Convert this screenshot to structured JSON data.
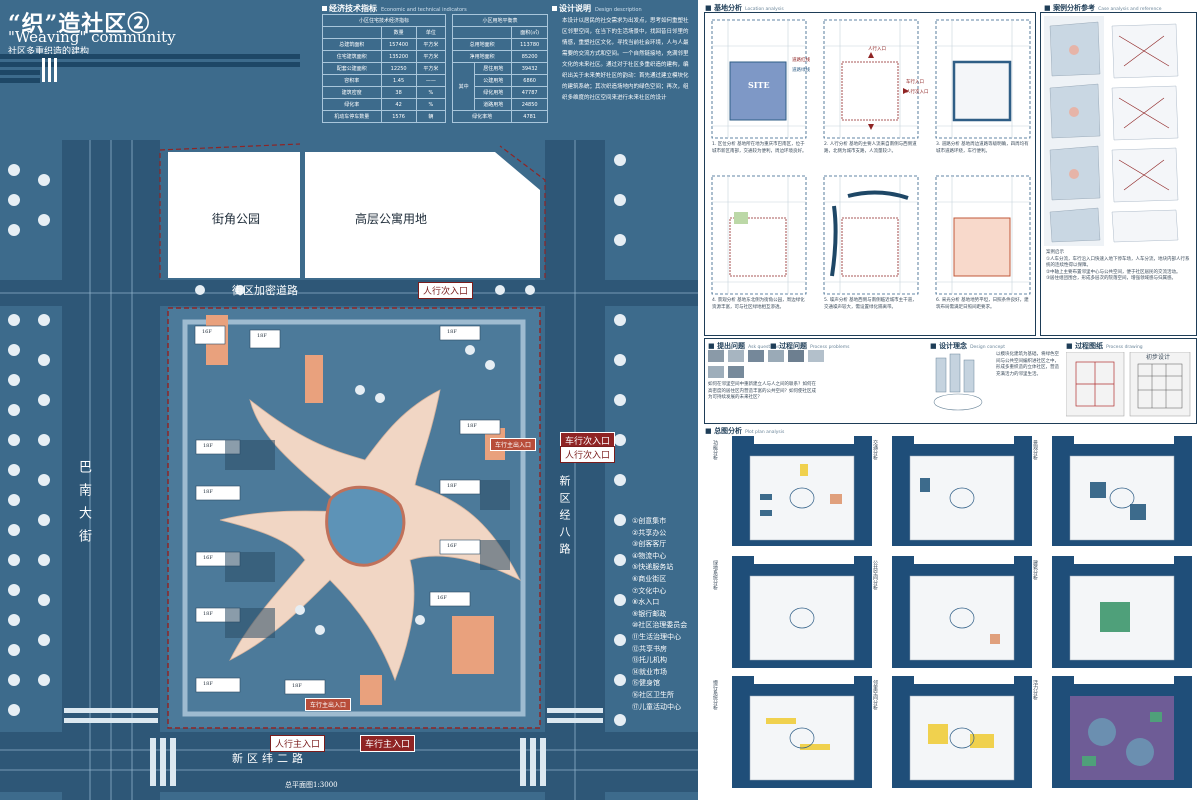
{
  "title": {
    "main": "“织”造社区②",
    "english": "\"Weaving\" community",
    "subtitle": "社区多重织造的建构"
  },
  "economic": {
    "header": "经济技术指标",
    "header_en": "Economic and technical indicators",
    "table_title": "小区住宅技术经济指标",
    "columns": [
      "",
      "数量",
      "单位"
    ],
    "rows": [
      [
        "总建筑面积",
        "157400",
        "平方米"
      ],
      [
        "住宅建筑面积",
        "135200",
        "平方米"
      ],
      [
        "配套公建面积",
        "12250",
        "平方米"
      ],
      [
        "容积率",
        "1.45",
        "——"
      ],
      [
        "建筑密度",
        "38",
        "%"
      ],
      [
        "绿化率",
        "42",
        "%"
      ],
      [
        "机动车停车数量",
        "1576",
        "辆"
      ]
    ]
  },
  "landuse": {
    "table_title": "小区用地平衡表",
    "unit_header": "面积(㎡)",
    "total_label": "总用地面积",
    "total_value": "113780",
    "net_label": "净用地面积",
    "net_value": "85200",
    "group_label": "其中",
    "rows": [
      [
        "居住用地",
        "39432"
      ],
      [
        "公建用地",
        "6860"
      ],
      [
        "绿化用地",
        "47787"
      ],
      [
        "道路用地",
        "24850"
      ]
    ],
    "green_ratio_label": "绿化率地",
    "green_ratio_value": "4781"
  },
  "design": {
    "header": "设计说明",
    "header_en": "Design description",
    "text": "本设计以居民的社交需求为出发点，思考如何重塑社区邻里空间，在当下的生活场景中，找回昔日邻里的情感，重塑社区文化，寻找当前社会环境，人与人最需要的交流方式和空间。一个自然链接地，充满邻里文化的未来社区。通过对于社区多重织造的建构，编织出关于未来美好社区的韵动：首先通过建立模块化的建筑系统；其次织造场地内的绿色空间；再次，组织多维度的社区空间来进行未来社区的设计"
  },
  "plan": {
    "park": "街角公园",
    "highrise": "高层公寓用地",
    "top_road": "街区加密道路",
    "left_road": "巴南大街",
    "right_road": "新区经八路",
    "bottom_road": "新区纬二路",
    "scale": "总平面图1:3000",
    "entries": {
      "ped_secondary_top": "人行次入口",
      "car_secondary": "车行次入口",
      "ped_secondary_right": "人行次入口",
      "ped_main": "人行主入口",
      "car_main": "车行主入口",
      "inner_car": "车行主出入口"
    },
    "legend": [
      "①创意集市",
      "②共享办公",
      "③创客客厅",
      "④物流中心",
      "⑤快递服务站",
      "⑥商业街区",
      "⑦文化中心",
      "⑧水入口",
      "⑨银行邮政",
      "⑩社区治理委员会",
      "⑪生活治理中心",
      "⑫共享书房",
      "⑬托儿机构",
      "⑭就业市场",
      "⑮健身馆",
      "⑯社区卫生所",
      "⑰儿童活动中心"
    ],
    "building_nums": [
      "16F",
      "18F",
      "18F",
      "18F",
      "18F",
      "18F",
      "16F",
      "18F",
      "18F",
      "18F",
      "18F",
      "16F",
      "16F"
    ]
  },
  "site": {
    "header": "基地分析",
    "header_en": "Location analysis",
    "site_label": "SITE",
    "panels": [
      {
        "caption": "1. 区位分析\n基地所在地为重庆市巴南区，位于城市新区南部，交通较为便利，周边环境良好。"
      },
      {
        "caption": "2. 人行分析\n基地的主要人流来自南侧与西侧道路，北侧为城市支路，人流量较少。"
      },
      {
        "caption": "3. 道路分析\n基地周边道路等级明确，四周均有城市道路环绕，车行便利。"
      },
      {
        "caption": "4. 景观分析\n基地东北侧为街角公园，周边绿化资源丰富，可与社区绿地相互渗透。"
      },
      {
        "caption": "5. 噪声分析\n基地西侧与南侧临近城市主干道，交通噪声较大，需设置绿化隔离带。"
      },
      {
        "caption": "6. 采光分析\n基地地势平坦，日照条件良好，建筑布局需满足日照间距要求。"
      }
    ],
    "map_labels": {
      "road_red": "道路红线",
      "road_green": "道路绿线",
      "ped_entry": "人行入口",
      "car_entry": "车行入口",
      "side_entry": "人行次入口"
    }
  },
  "cases": {
    "header": "案例分析参考",
    "header_en": "Case analysis and reference",
    "caption": "案例启示\n①人车分流，车行沿入口快速入地下停车场，人车分流，地块内部人行系统的连续性得以保障。\n②中轴上主要布置邻里中心与公共空间，便于社区居民的交流活动。\n③居住组团围合，形成多层次的院落空间，增强领域感与归属感。"
  },
  "problems": {
    "header": "提出问题",
    "header_en": "Ask questions",
    "process_header": "过程问题",
    "process_header_en": "Process problems",
    "text": "如何在邻里空间中重新建立人与人之间的联系？如何在高密度的居住区内营造丰富的公共空间？如何使社区成为可持续发展的未来社区？"
  },
  "concept": {
    "header": "设计理念",
    "header_en": "Design concept",
    "text": "以模块化建筑为基础，将绿色空间与公共空间编织进社区之中，形成多重织造的立体社区，营造充满活力的邻里生活。"
  },
  "sketch": {
    "header": "过程图纸",
    "header_en": "Process drawing",
    "label": "初步设计"
  },
  "master": {
    "header": "总图分析",
    "header_en": "Plot plan analysis",
    "labels": [
      "功能分析",
      "交通分析",
      "景观分析",
      "绿地系统分析",
      "公共空间分析",
      "建筑分析",
      "慢行系统分析",
      "邻里空间分析",
      "活力分析"
    ]
  },
  "colors": {
    "left_bg": "#3d6b8c",
    "dark_blue": "#1e4766",
    "plaza": "#f1d6c4",
    "accent_red": "#8f2424",
    "orange": "#e9a17d"
  }
}
